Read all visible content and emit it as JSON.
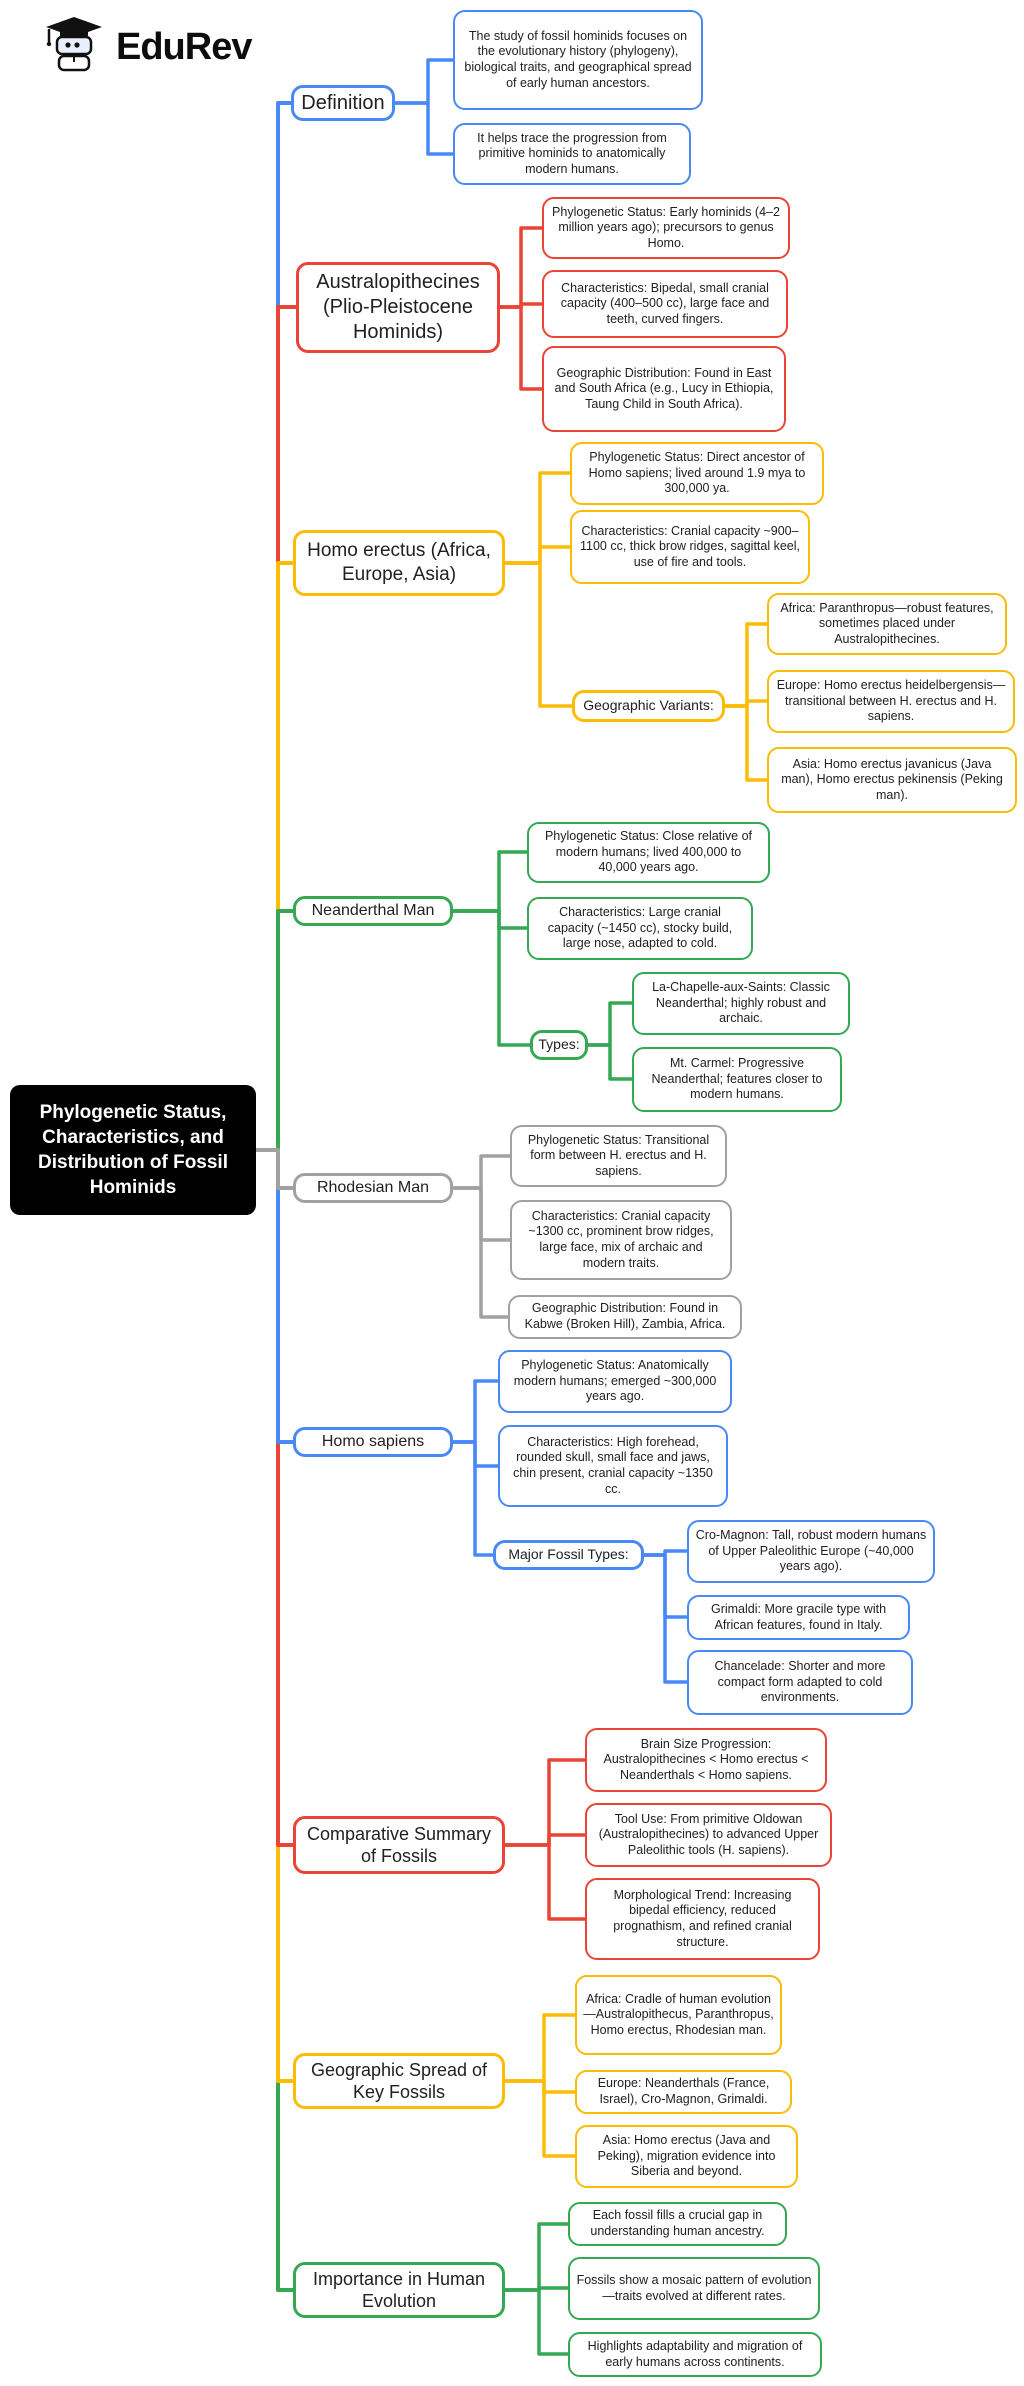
{
  "brand": {
    "name": "EduRev"
  },
  "colors": {
    "blue": "#4989F5",
    "red": "#E94435",
    "yellow": "#FBBC05",
    "green": "#34A853",
    "gray": "#A1A1A1",
    "center_bg": "#000000",
    "center_text": "#FFFFFF"
  },
  "center": {
    "title": "Phylogenetic Status, Characteristics, and Distribution of Fossil Hominids"
  },
  "branches": [
    {
      "label": "Definition",
      "color": "#4989F5",
      "children": [
        {
          "text": "The study of fossil hominids focuses on the evolutionary history (phylogeny), biological traits, and geographical spread of early human ancestors."
        },
        {
          "text": "It helps trace the progression from primitive hominids to anatomically modern humans."
        }
      ]
    },
    {
      "label": "Australopithecines (Plio-Pleistocene Hominids)",
      "color": "#E94435",
      "children": [
        {
          "text": "Phylogenetic Status: Early hominids (4–2 million years ago); precursors to genus Homo."
        },
        {
          "text": "Characteristics: Bipedal, small cranial capacity (400–500 cc), large face and teeth, curved fingers."
        },
        {
          "text": "Geographic Distribution: Found in East and South Africa (e.g., Lucy in Ethiopia, Taung Child in South Africa)."
        }
      ]
    },
    {
      "label": "Homo erectus (Africa, Europe, Asia)",
      "color": "#FBBC05",
      "children": [
        {
          "text": "Phylogenetic Status: Direct ancestor of Homo sapiens; lived around 1.9 mya to 300,000 ya."
        },
        {
          "text": "Characteristics: Cranial capacity ~900–1100 cc, thick brow ridges, sagittal keel, use of fire and tools."
        }
      ],
      "group": {
        "label": "Geographic Variants:",
        "children": [
          {
            "text": "Africa: Paranthropus—robust features, sometimes placed under Australopithecines."
          },
          {
            "text": "Europe: Homo erectus heidelbergensis—transitional between H. erectus and H. sapiens."
          },
          {
            "text": "Asia: Homo erectus javanicus (Java man), Homo erectus pekinensis (Peking man)."
          }
        ]
      }
    },
    {
      "label": "Neanderthal Man",
      "color": "#34A853",
      "children": [
        {
          "text": "Phylogenetic Status: Close relative of modern humans; lived 400,000 to 40,000 years ago."
        },
        {
          "text": "Characteristics: Large cranial capacity (~1450 cc), stocky build, large nose, adapted to cold."
        }
      ],
      "group": {
        "label": "Types:",
        "children": [
          {
            "text": "La-Chapelle-aux-Saints: Classic Neanderthal; highly robust and archaic."
          },
          {
            "text": "Mt. Carmel: Progressive Neanderthal; features closer to modern humans."
          }
        ]
      }
    },
    {
      "label": "Rhodesian Man",
      "color": "#A1A1A1",
      "children": [
        {
          "text": "Phylogenetic Status: Transitional form between H. erectus and H. sapiens."
        },
        {
          "text": "Characteristics: Cranial capacity ~1300 cc, prominent brow ridges, large face, mix of archaic and modern traits."
        },
        {
          "text": "Geographic Distribution: Found in Kabwe (Broken Hill), Zambia, Africa."
        }
      ]
    },
    {
      "label": "Homo sapiens",
      "color": "#4989F5",
      "children": [
        {
          "text": "Phylogenetic Status: Anatomically modern humans; emerged ~300,000 years ago."
        },
        {
          "text": "Characteristics: High forehead, rounded skull, small face and jaws, chin present, cranial capacity ~1350 cc."
        }
      ],
      "group": {
        "label": "Major Fossil Types:",
        "children": [
          {
            "text": "Cro-Magnon: Tall, robust modern humans of Upper Paleolithic Europe (~40,000 years ago)."
          },
          {
            "text": "Grimaldi: More gracile type with African features, found in Italy."
          },
          {
            "text": "Chancelade: Shorter and more compact form adapted to cold environments."
          }
        ]
      }
    },
    {
      "label": "Comparative Summary of Fossils",
      "color": "#E94435",
      "children": [
        {
          "text": "Brain Size Progression: Australopithecines < Homo erectus < Neanderthals < Homo sapiens."
        },
        {
          "text": "Tool Use: From primitive Oldowan (Australopithecines) to advanced Upper Paleolithic tools (H. sapiens)."
        },
        {
          "text": "Morphological Trend: Increasing bipedal efficiency, reduced prognathism, and refined cranial structure."
        }
      ]
    },
    {
      "label": "Geographic Spread of Key Fossils",
      "color": "#FBBC05",
      "children": [
        {
          "text": "Africa: Cradle of human evolution—Australopithecus, Paranthropus, Homo erectus, Rhodesian man."
        },
        {
          "text": "Europe: Neanderthals (France, Israel), Cro-Magnon, Grimaldi."
        },
        {
          "text": "Asia: Homo erectus (Java and Peking), migration evidence into Siberia and beyond."
        }
      ]
    },
    {
      "label": "Importance in Human Evolution",
      "color": "#34A853",
      "children": [
        {
          "text": "Each fossil fills a crucial gap in understanding human ancestry."
        },
        {
          "text": "Fossils show a mosaic pattern of evolution—traits evolved at different rates."
        },
        {
          "text": "Highlights adaptability and migration of early humans across continents."
        }
      ]
    }
  ]
}
